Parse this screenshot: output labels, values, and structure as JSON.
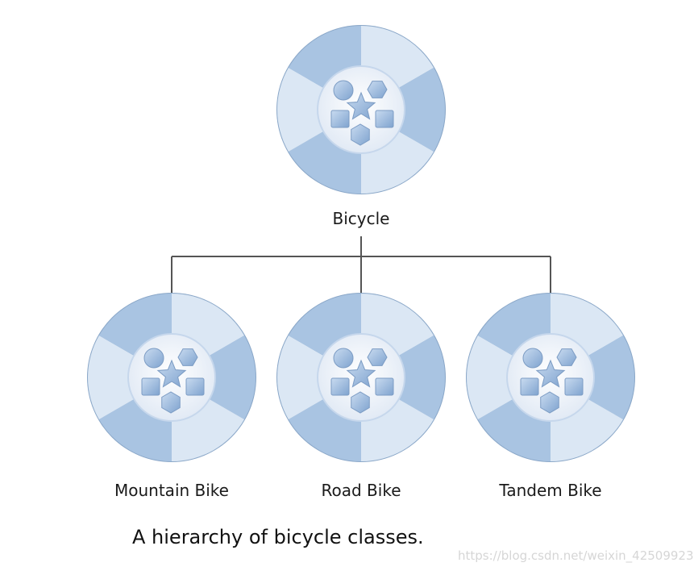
{
  "diagram": {
    "root": {
      "label": "Bicycle"
    },
    "children": [
      {
        "label": "Mountain Bike"
      },
      {
        "label": "Road Bike"
      },
      {
        "label": "Tandem Bike"
      }
    ],
    "node_icon": "object-wheel-icon",
    "colors": {
      "wedge_light": "#dbe7f4",
      "wedge_dark": "#a9c4e2",
      "ring_outline": "#8aa7c8",
      "hub": "#eef3fa",
      "shape_fill": "#9fbde0",
      "connector": "#555555"
    }
  },
  "caption": "A hierarchy of bicycle classes.",
  "watermark": "https://blog.csdn.net/weixin_42509923"
}
